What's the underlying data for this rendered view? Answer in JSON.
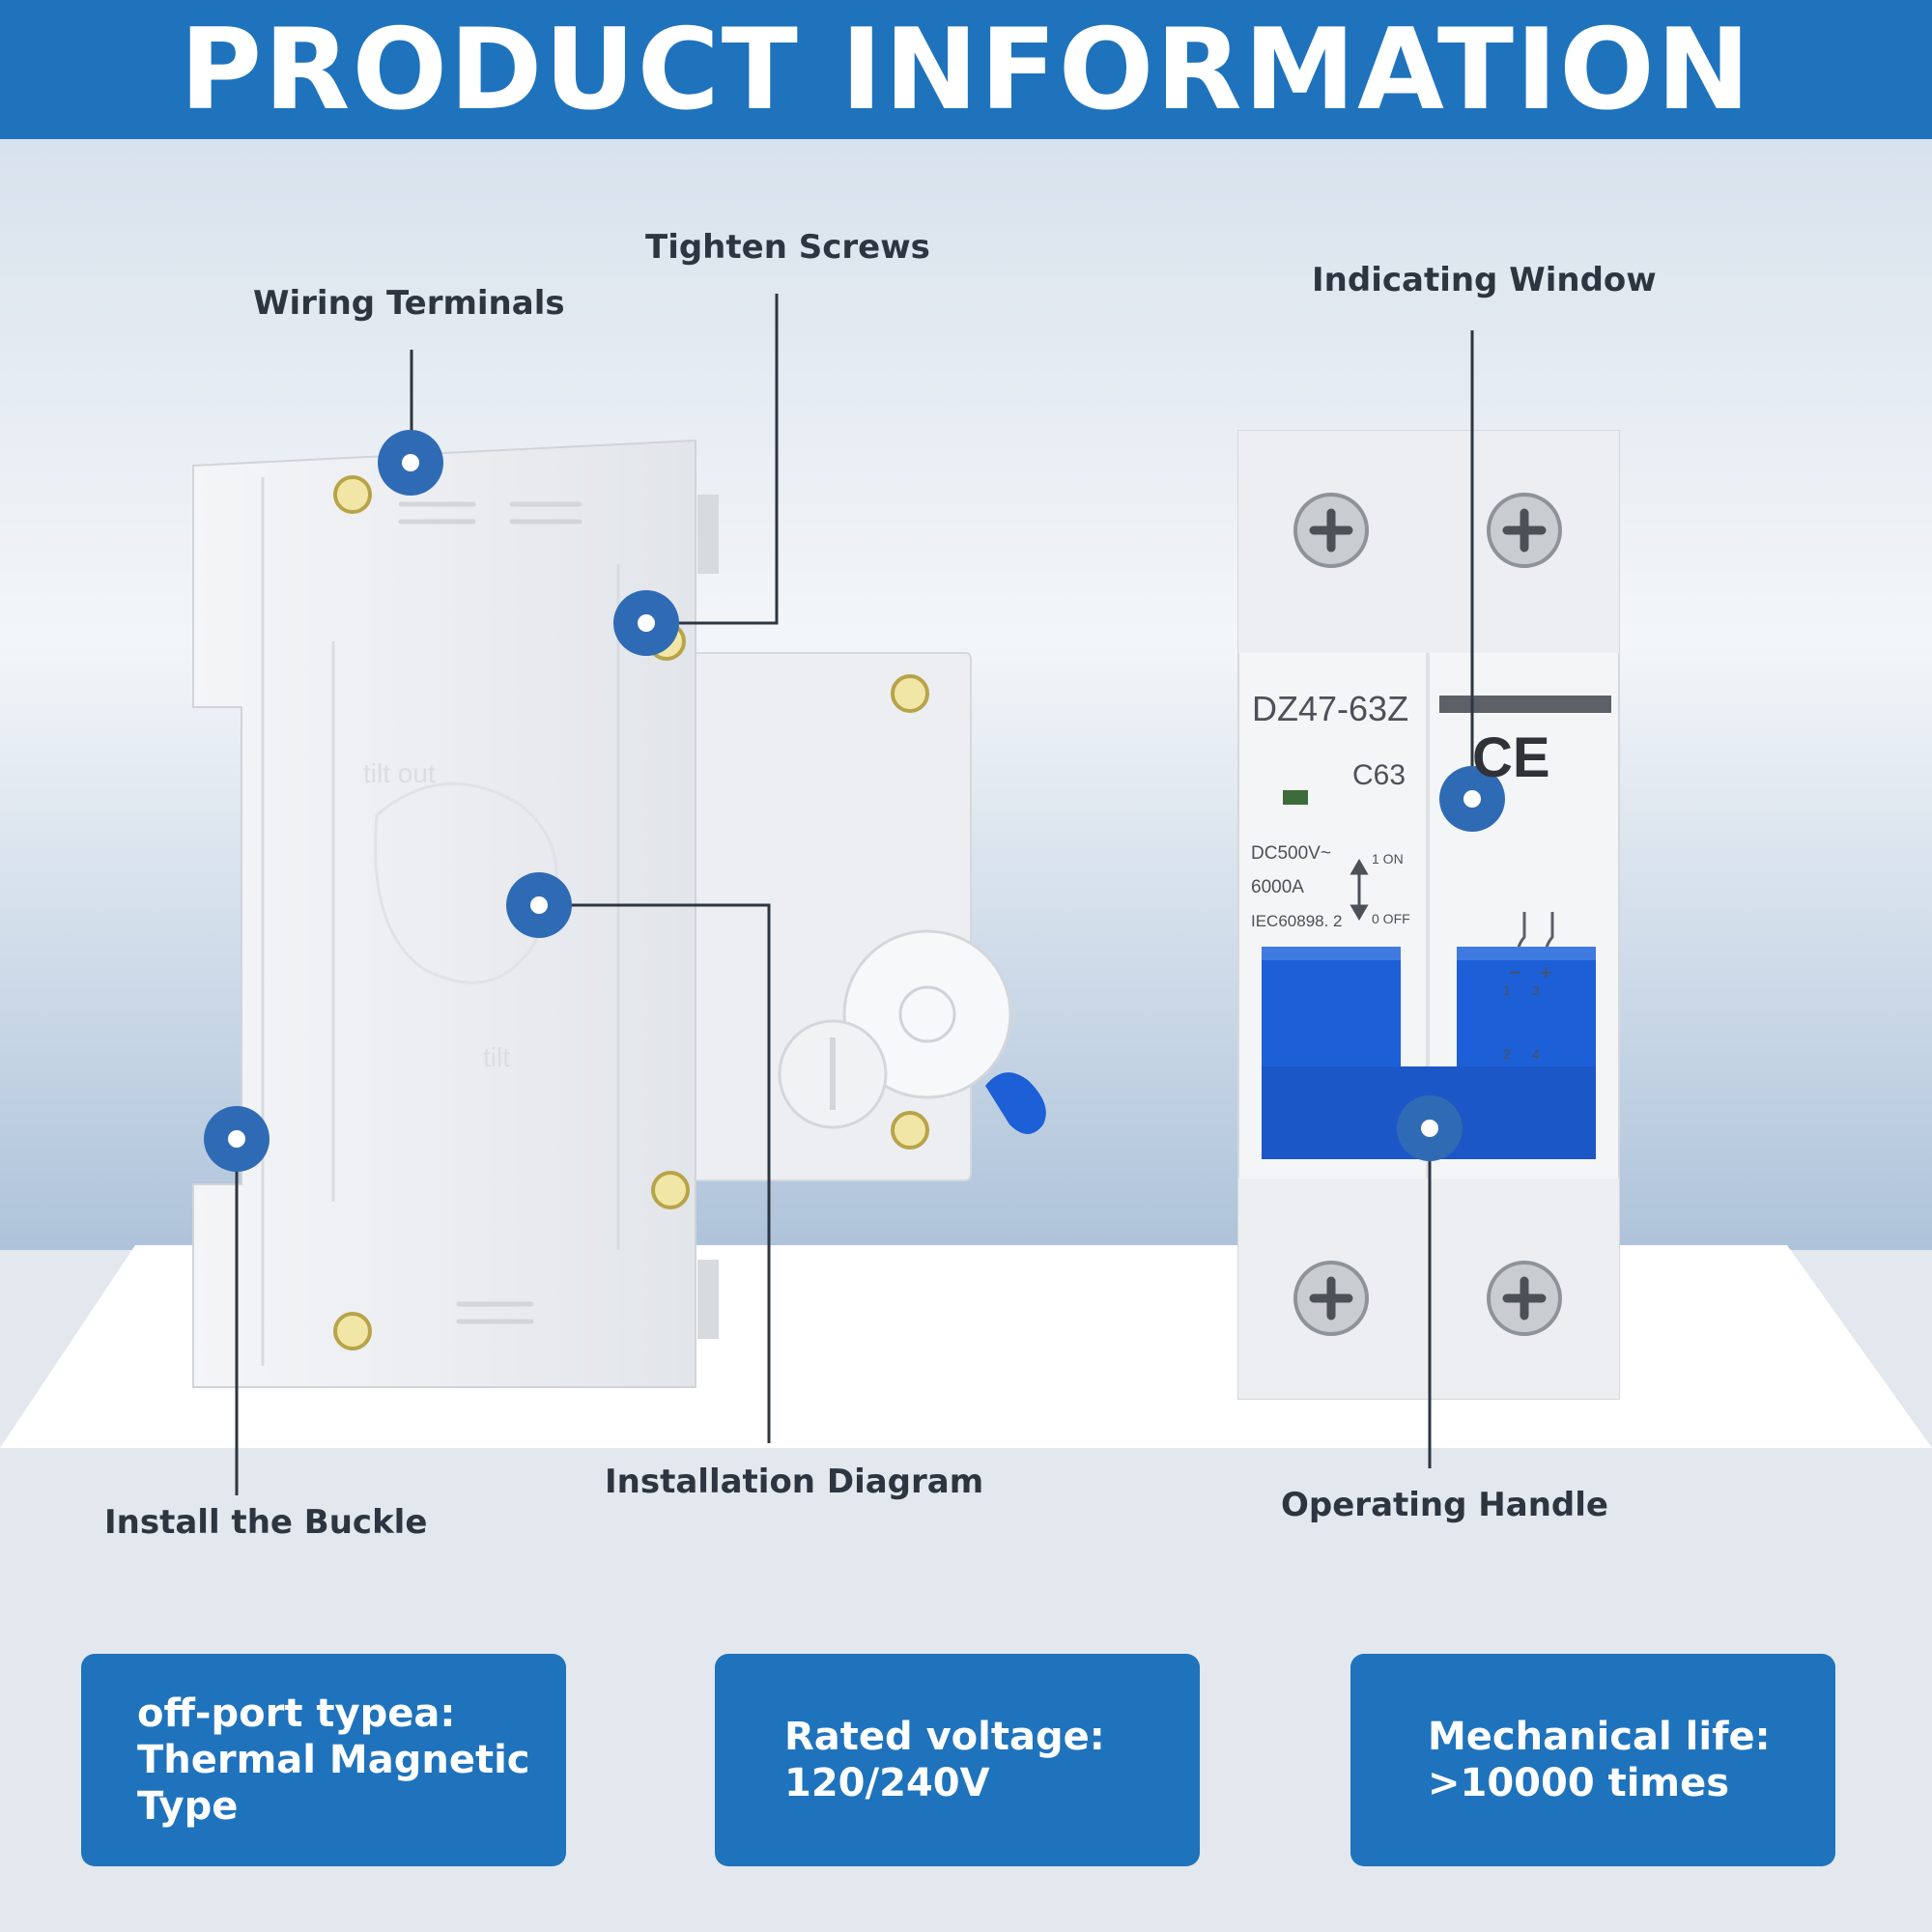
{
  "banner": {
    "title": "PRODUCT INFORMATION"
  },
  "callouts": {
    "wiring_terminals": "Wiring Terminals",
    "tighten_screws": "Tighten Screws",
    "indicating_window": "Indicating Window",
    "install_buckle": "Install the Buckle",
    "installation_diagram": "Installation Diagram",
    "operating_handle": "Operating Handle"
  },
  "breaker_label": {
    "model": "DZ47-63Z",
    "rating": "C63",
    "voltage": "DC500V~",
    "capacity": "6000A",
    "standard": "IEC60898. 2",
    "on_label": "1 ON",
    "off_label": "0 OFF",
    "ce_mark": "CE",
    "minus": "−",
    "plus": "+",
    "t1": "1",
    "t2": "2",
    "t3": "3",
    "t4": "4"
  },
  "side_embossed": {
    "tilt_out": "tilt out",
    "tilt": "tilt"
  },
  "specs": [
    {
      "label": "off-port typea:",
      "value_line1": "Thermal Magnetic",
      "value_line2": "Type"
    },
    {
      "label": "Rated voltage:",
      "value_line1": "120/240V"
    },
    {
      "label": "Mechanical life:",
      "value_line1": ">10000 times"
    }
  ],
  "colors": {
    "accent_blue": "#1f73bd",
    "handle_blue": "#1d5fd6",
    "marker_blue": "#2f6bb5",
    "background": "#e3e7ee"
  }
}
